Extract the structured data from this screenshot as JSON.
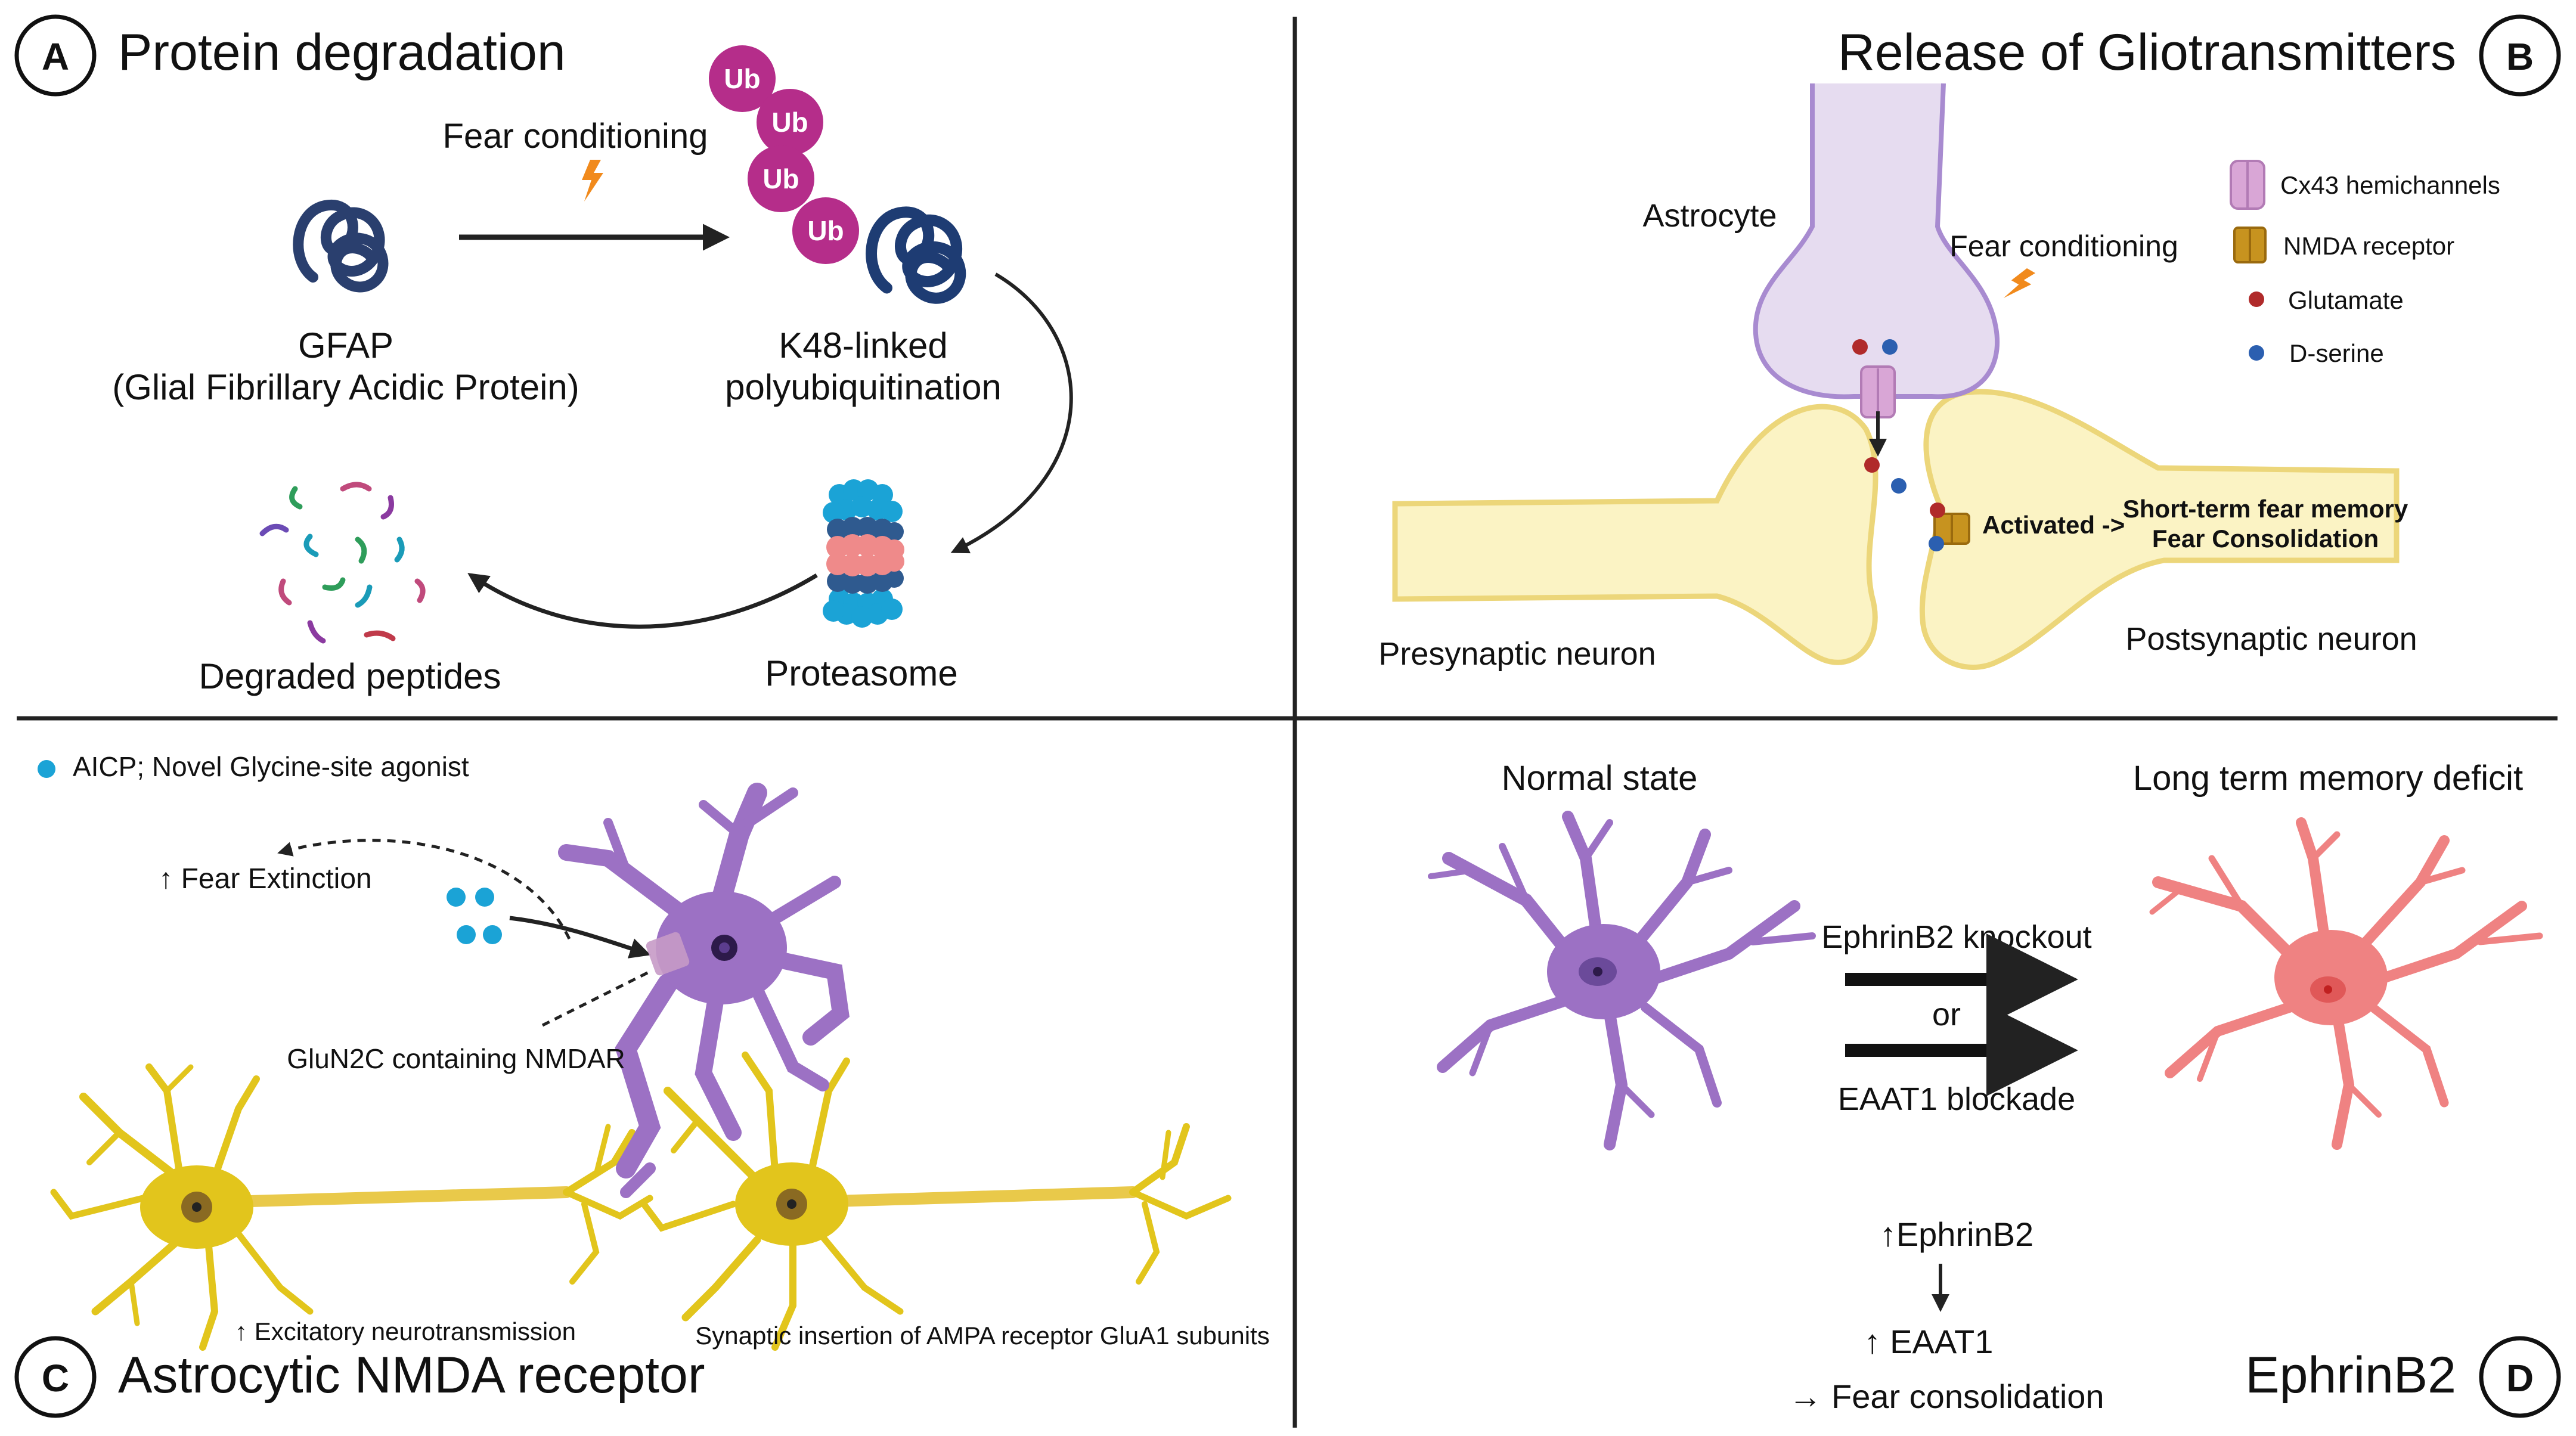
{
  "panel_a": {
    "badge": "A",
    "title": "Protein degradation",
    "trigger": "Fear conditioning",
    "gfap_label": "GFAP",
    "gfap_full": "(Glial Fibrillary Acidic Protein)",
    "ub_tag": "Ub",
    "k48_line1": "K48-linked",
    "k48_line2": "polyubiquitination",
    "proteasome": "Proteasome",
    "degraded": "Degraded peptides"
  },
  "panel_b": {
    "badge": "B",
    "title": "Release of Gliotransmitters",
    "astrocyte": "Astrocyte",
    "trigger": "Fear conditioning",
    "presynaptic": "Presynaptic neuron",
    "postsynaptic": "Postsynaptic neuron",
    "activated": "Activated ->",
    "outcome_line1": "Short-term fear memory",
    "outcome_line2": "Fear Consolidation",
    "legend": {
      "cx43": "Cx43 hemichannels",
      "nmda": "NMDA receptor",
      "glutamate": "Glutamate",
      "dserine": "D-serine"
    }
  },
  "panel_c": {
    "badge": "C",
    "title": "Astrocytic NMDA receptor",
    "aicp": "AICP; Novel Glycine-site agonist",
    "extinction": "↑ Fear Extinction",
    "glun2c": "GluN2C containing NMDAR",
    "excitatory": "↑ Excitatory neurotransmission",
    "ampa": "Synaptic insertion of AMPA receptor GluA1 subunits"
  },
  "panel_d": {
    "badge": "D",
    "title": "EphrinB2",
    "normal": "Normal state",
    "deficit": "Long term memory deficit",
    "knockout": "EphrinB2 knockout",
    "or": "or",
    "blockade": "EAAT1 blockade",
    "chain1": "↑EphrinB2",
    "chain2": "↑ EAAT1",
    "chain3": "→ Fear consolidation"
  },
  "colors": {
    "ubiquitin": "#b52d8a",
    "gfap": "#2a3f6e",
    "proteasome_blue": "#1ba3d6",
    "proteasome_pink": "#ef8a8a",
    "astrocyte_purple": "#9c71c4",
    "neuron_yellow": "#e2c51c",
    "deficit_red": "#ef8282",
    "synapse_fill": "#fbf3c4",
    "synapse_stroke": "#ecd67a",
    "astro_fill": "#e6dcf0",
    "astro_stroke": "#a88bd0",
    "glutamate": "#b02a2a",
    "dserine": "#2b5fb0",
    "spark": "#f18a1c"
  }
}
